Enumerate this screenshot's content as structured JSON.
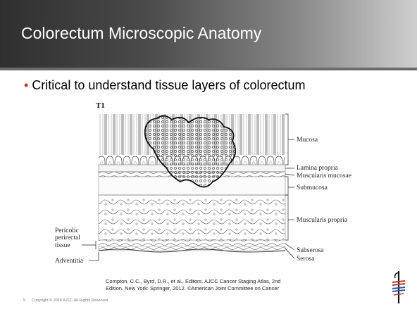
{
  "slide": {
    "title": "Colorectum Microscopic Anatomy",
    "bullet": "Critical to understand tissue layers of colorectum",
    "figure": {
      "stage": "T1",
      "labels_right": [
        "Mucosa",
        "Lamina propria",
        "Muscularis mucosae",
        "Submucosa",
        "Muscularis propria",
        "Subserosa",
        "Serosa"
      ],
      "labels_left": [
        "Pericolic",
        "perirectal",
        "tissue",
        "Adventitia"
      ]
    },
    "citation_line1": "Compton, C.C., Byrd, D.R., et al., Editors. AJCC Cancer Staging Atlas, 2nd",
    "citation_line2": "Edition. New York: Springer, 2012. ©American Joint Committee on Cancer",
    "footer_page": "9",
    "footer_copyright": "Copyright © 2016  AJCC  All Rights Reserved"
  },
  "colors": {
    "bullet_dot": "#c0392b",
    "header_dark": "#2f2f2f",
    "logo_red": "#c0392b",
    "logo_blue": "#2b5aa8"
  }
}
